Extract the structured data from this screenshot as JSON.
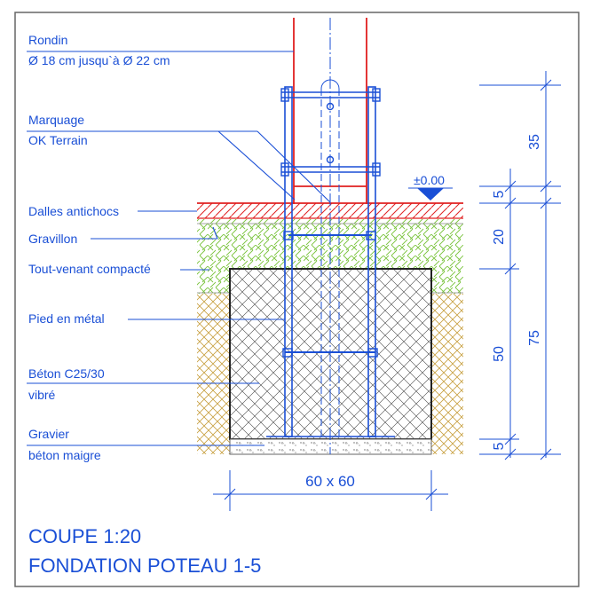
{
  "labels": {
    "rondin_1": "Rondin",
    "rondin_2": "Ø 18 cm jusqu`à Ø 22 cm",
    "marquage_1": "Marquage",
    "marquage_2": "OK Terrain",
    "dalles": "Dalles antichocs",
    "gravillon": "Gravillon",
    "tout_venant": "Tout-venant compacté",
    "pied": "Pied en métal",
    "beton_1": "Béton C25/30",
    "beton_2": "vibré",
    "gravier_1": "Gravier",
    "gravier_2": "béton maigre"
  },
  "level": "±0.00",
  "dimensions": {
    "width": "60 x 60",
    "d35": "35",
    "d5_top": "5",
    "d20": "20",
    "d50": "50",
    "d75": "75",
    "d5_bottom": "5"
  },
  "title": {
    "line1": "COUPE   1:20",
    "line2": "FONDATION  POTEAU 1-5"
  },
  "colors": {
    "line_blue": "#1a4fd6",
    "post_red": "#e02020",
    "gravillon_green": "#7cc440",
    "soil_brown": "#c8a040",
    "concrete_dark": "#333333"
  }
}
